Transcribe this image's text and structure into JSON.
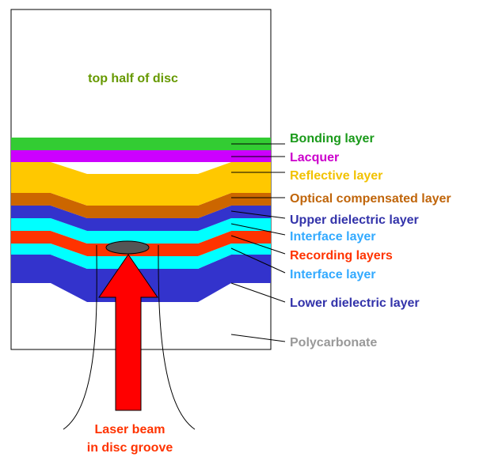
{
  "top_label": "top half of disc",
  "layers": [
    {
      "id": "bonding",
      "label": "Bonding layer",
      "label_color": "#1a9a1a",
      "fill": "#33cc33"
    },
    {
      "id": "lacquer",
      "label": "Lacquer",
      "label_color": "#cc00cc",
      "fill": "#cc00ff"
    },
    {
      "id": "reflective",
      "label": "Reflective layer",
      "label_color": "#f2c200",
      "fill": "#ffc800"
    },
    {
      "id": "optical-compensated",
      "label": "Optical compensated layer",
      "label_color": "#c0650a",
      "fill": "#cc6600"
    },
    {
      "id": "upper-dielectric",
      "label": "Upper dielectric layer",
      "label_color": "#3333aa",
      "fill": "#3333cc"
    },
    {
      "id": "interface-upper",
      "label": "Interface layer",
      "label_color": "#33aaff",
      "fill": "#00ffff"
    },
    {
      "id": "recording",
      "label": "Recording layers",
      "label_color": "#ff3300",
      "fill": "#ff3300"
    },
    {
      "id": "interface-lower",
      "label": "Interface layer",
      "label_color": "#33aaff",
      "fill": "#00ffff"
    },
    {
      "id": "lower-dielectric",
      "label": "Lower dielectric layer",
      "label_color": "#3333aa",
      "fill": "#3333cc"
    },
    {
      "id": "polycarbonate",
      "label": "Polycarbonate",
      "label_color": "#999999",
      "fill": "#ffffff"
    }
  ],
  "laser_label_line1": "Laser beam",
  "laser_label_line2": "in disc groove",
  "colors": {
    "top_label": "#669900",
    "laser_label": "#ff3300",
    "arrow": "#ff0000",
    "spot": "#555555"
  }
}
